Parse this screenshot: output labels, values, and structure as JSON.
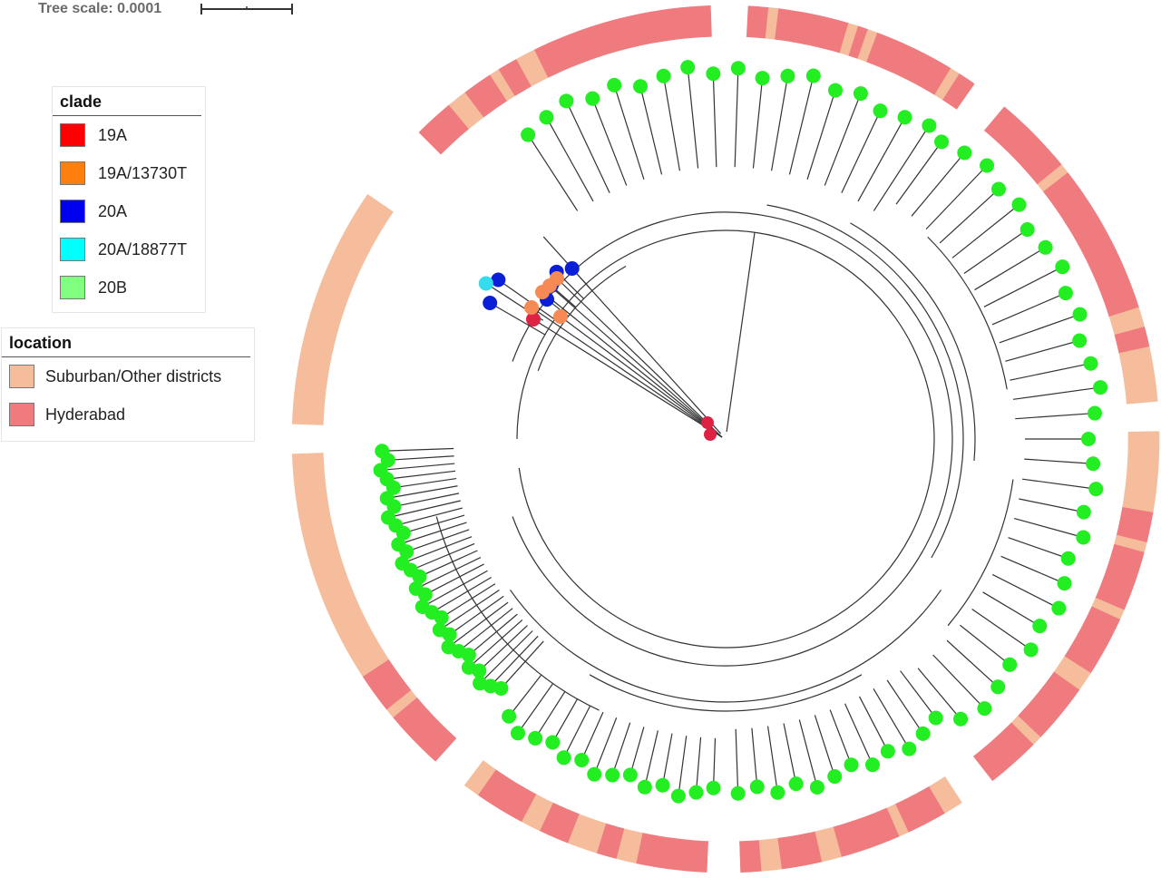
{
  "tree_scale": {
    "label": "Tree scale: 0.0001"
  },
  "legend_clade": {
    "title": "clade",
    "items": [
      {
        "label": "19A",
        "color": "#ff0000"
      },
      {
        "label": "19A/13730T",
        "color": "#ff7f0e"
      },
      {
        "label": "20A",
        "color": "#0000ee"
      },
      {
        "label": "20A/18877T",
        "color": "#00ffff"
      },
      {
        "label": "20B",
        "color": "#80ff80"
      }
    ]
  },
  "legend_location": {
    "title": "location",
    "items": [
      {
        "label": "Suburban/Other districts",
        "color": "#f5bd9c"
      },
      {
        "label": "Hyderabad",
        "color": "#ef7b7f"
      }
    ]
  },
  "tree_style": {
    "branch_color": "#333333",
    "tip_color_20B": "#22ee22",
    "tip_color_20A": "#0b1fd8",
    "tip_color_20A_18877T": "#33ddee",
    "tip_color_19A": "#dd2244",
    "tip_color_19A_13730T": "#f58a55"
  },
  "location_ring": {
    "colors": {
      "S": "#f5bd9c",
      "H": "#ef7b7f"
    },
    "segments": [
      [
        "H",
        4
      ],
      [
        "S",
        2
      ],
      [
        "H",
        3
      ],
      [
        "S",
        1
      ],
      [
        "H",
        2
      ],
      [
        "S",
        2
      ],
      [
        "H",
        20
      ],
      [
        "S",
        1
      ],
      [
        "H",
        1
      ],
      [
        "H",
        6
      ],
      [
        "S",
        1
      ],
      [
        "H",
        1
      ],
      [
        "S",
        1
      ],
      [
        "H",
        8
      ],
      [
        "S",
        1
      ],
      [
        "H",
        10
      ],
      [
        "S",
        1
      ],
      [
        "H",
        15
      ],
      [
        "S",
        2
      ],
      [
        "H",
        2
      ],
      [
        "S",
        14
      ],
      [
        "H",
        3
      ],
      [
        "S",
        1
      ],
      [
        "H",
        6
      ],
      [
        "S",
        1
      ],
      [
        "H",
        6
      ],
      [
        "S",
        2
      ],
      [
        "H",
        6
      ],
      [
        "S",
        1
      ],
      [
        "H",
        6
      ],
      [
        "S",
        2
      ],
      [
        "H",
        4
      ],
      [
        "S",
        1
      ],
      [
        "H",
        6
      ],
      [
        "S",
        2
      ],
      [
        "H",
        4
      ],
      [
        "S",
        2
      ],
      [
        "H",
        10
      ],
      [
        "S",
        2
      ],
      [
        "H",
        2
      ],
      [
        "S",
        3
      ],
      [
        "H",
        3
      ],
      [
        "S",
        2
      ],
      [
        "H",
        5
      ],
      [
        "S",
        2
      ],
      [
        "H",
        6
      ],
      [
        "S",
        1
      ],
      [
        "H",
        4
      ],
      [
        "S",
        48
      ]
    ]
  }
}
